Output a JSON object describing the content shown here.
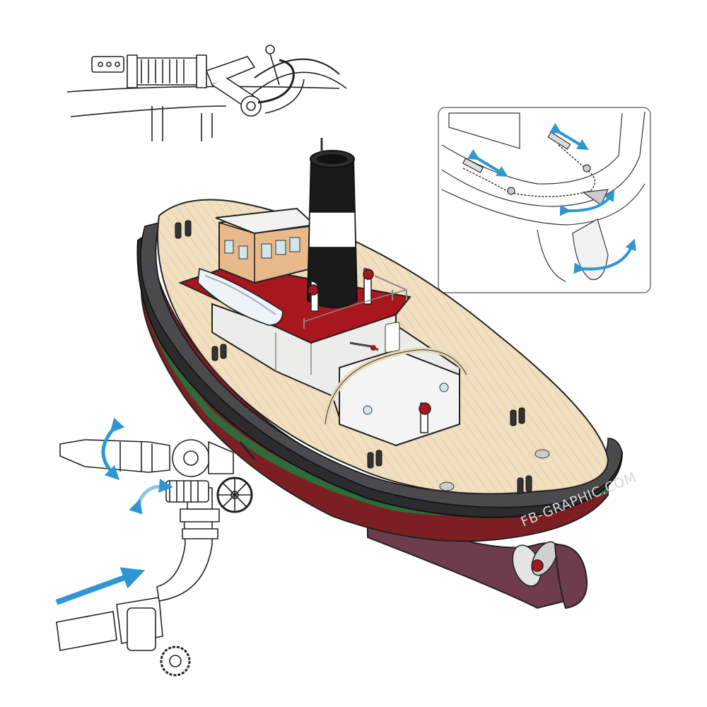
{
  "illustration": {
    "hull_text": "FB-GRAPHIC.COM"
  },
  "colors": {
    "deck": "#f1dfbf",
    "deck_lines": "#d8c49d",
    "hull_black": "#2c2c2e",
    "rub_rail": "#4a4a4c",
    "waterline_green": "#2f6b3a",
    "hull_red": "#7b1f24",
    "keel_purple": "#6e3c4d",
    "house_white": "#ececea",
    "funnel_black": "#1a1a1a",
    "platform_red": "#a8161e",
    "cabin_wood": "#e8b98a",
    "arrow_blue": "#2e97d3",
    "arrow_blue_light": "#8cc6e8",
    "ink": "#222222"
  },
  "callouts": [
    {
      "id": "towing-hook",
      "icon": "towing-hook-detail"
    },
    {
      "id": "rudder-chain",
      "icon": "rudder-steering-detail"
    },
    {
      "id": "water-cannon",
      "icon": "fire-monitor-detail"
    }
  ]
}
